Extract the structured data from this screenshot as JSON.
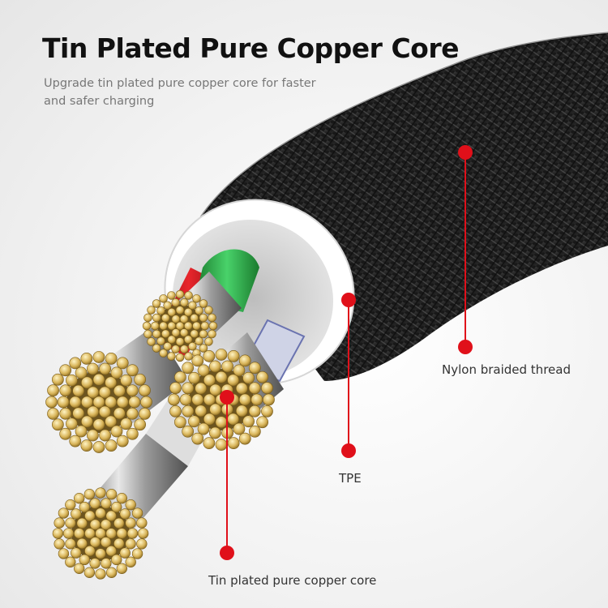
{
  "title": "Tin Plated Pure Copper Core",
  "subtitle": "Upgrade tin plated pure copper core for faster and safer charging",
  "callouts": {
    "nylon": "Nylon braided thread",
    "tpe": "TPE",
    "core": "Tin plated pure copper core"
  },
  "colors": {
    "callout_red": "#e0101a",
    "braid": "#1b1b1b",
    "tpe_ring": "#ffffff",
    "copper_tin": "#d8b85a",
    "wire_green": "#2bb34a",
    "wire_red": "#d4161d"
  }
}
